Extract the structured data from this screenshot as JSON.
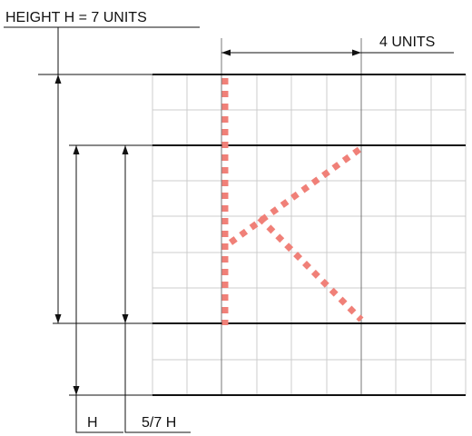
{
  "labels": {
    "height": "HEIGHT  H = 7 UNITS",
    "width": "4 UNITS",
    "h": "H",
    "five_sevenths": "5/7 H"
  },
  "grid": {
    "columns": 9,
    "rows": 9
  },
  "letter": {
    "character": "K",
    "height_units": 7,
    "width_units": 4
  },
  "colors": {
    "stroke": "#f08078",
    "grid_line": "#cccccc",
    "guide_line": "#111111"
  }
}
